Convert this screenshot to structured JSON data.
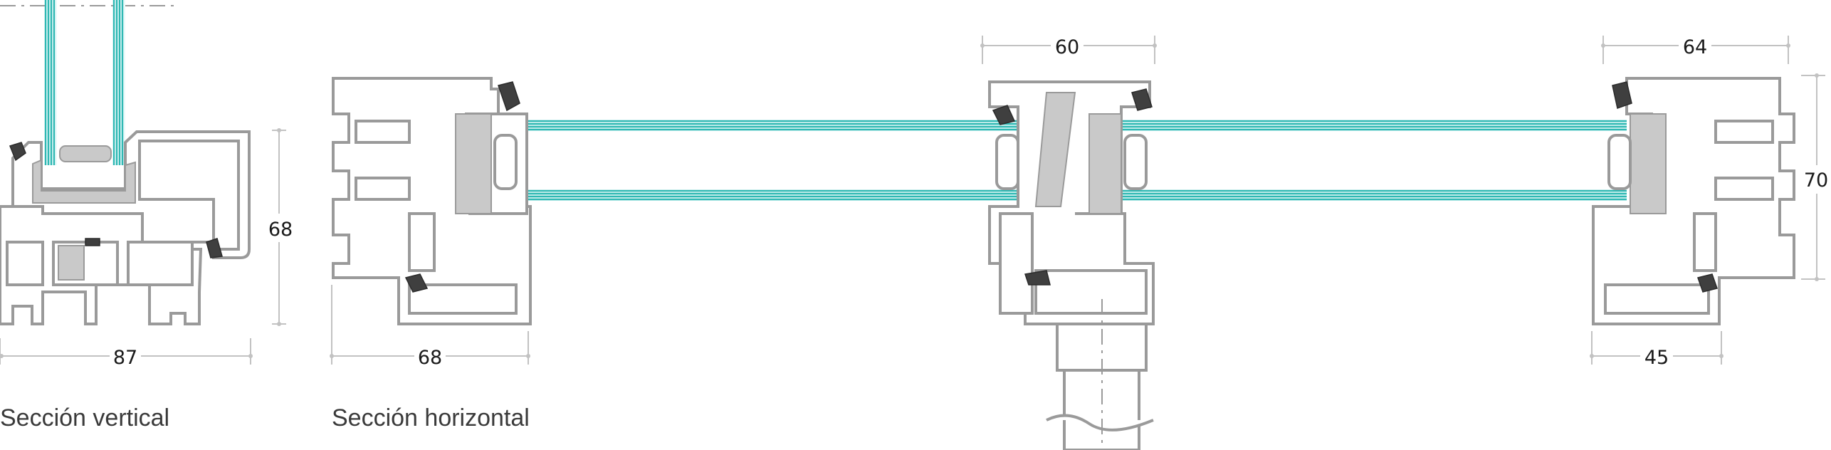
{
  "captions": {
    "vertical": "Sección vertical",
    "horizontal": "Sección horizontal"
  },
  "dimensions": {
    "vertical_height": "68",
    "vertical_width": "87",
    "horizontal_left_width": "68",
    "mullion_width": "60",
    "right_sash_width": "64",
    "right_height": "70",
    "right_frame_width": "45"
  },
  "colors": {
    "glass": "#2fb8b3",
    "profile_outline": "#9a9a9a",
    "profile_fill": "#c9c9c9",
    "gasket": "#3f3f3f",
    "dimension_line": "#c2c2c2"
  }
}
